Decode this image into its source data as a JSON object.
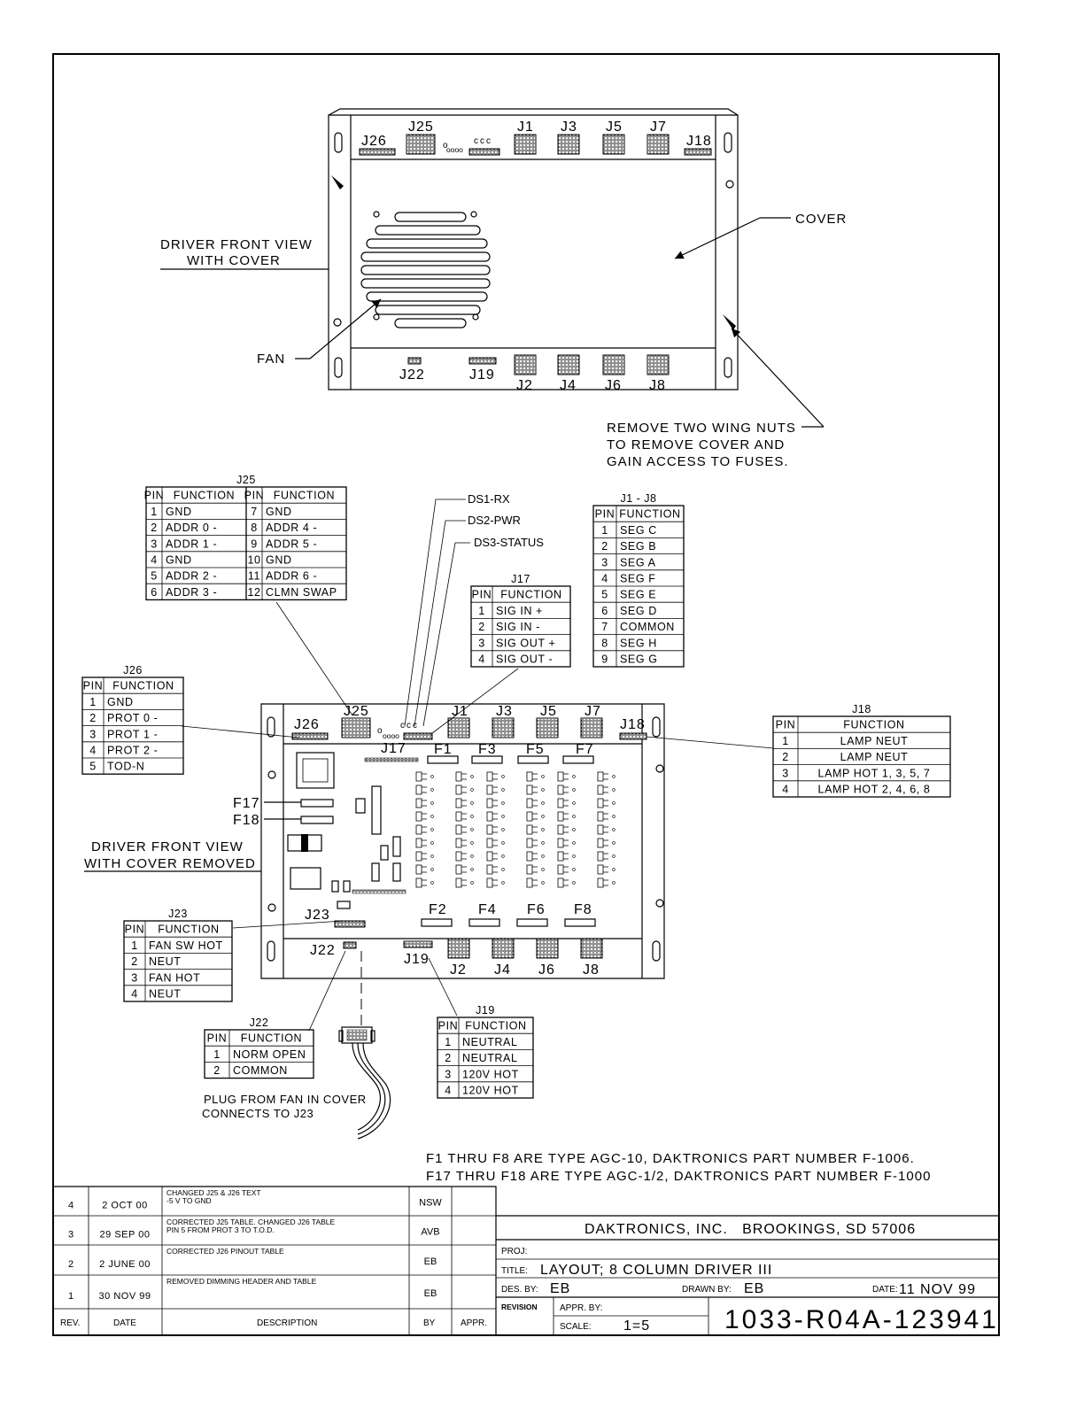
{
  "front_view": {
    "caption": [
      "DRIVER FRONT VIEW",
      "WITH COVER"
    ],
    "cover_label": "COVER",
    "fan_label": "FAN",
    "top_connectors": [
      "J26",
      "J25",
      "J1",
      "J3",
      "J5",
      "J7",
      "J18"
    ],
    "led_label": "ccc",
    "bottom_connectors": [
      "J22",
      "J19",
      "J2",
      "J4",
      "J6",
      "J8"
    ],
    "wingnut_note": [
      "REMOVE TWO WING NUTS",
      "TO REMOVE COVER AND",
      "GAIN ACCESS TO FUSES."
    ]
  },
  "removed_view": {
    "caption": [
      "DRIVER FRONT VIEW",
      "WITH COVER REMOVED"
    ],
    "top_connectors": [
      "J26",
      "J25",
      "J1",
      "J3",
      "J5",
      "J7",
      "J18"
    ],
    "j17_label": "J17",
    "fuses_top": [
      "F1",
      "F3",
      "F5",
      "F7"
    ],
    "fuses_bottom": [
      "F2",
      "F4",
      "F6",
      "F8"
    ],
    "fuse_left": [
      "F17",
      "F18"
    ],
    "j23_label": "J23",
    "j22_label": "J22",
    "bottom_connectors": [
      "J19",
      "J2",
      "J4",
      "J6",
      "J8"
    ],
    "led_labels": [
      "DS1-RX",
      "DS2-PWR",
      "DS3-STATUS"
    ],
    "plug_note": [
      "PLUG FROM FAN IN COVER",
      "CONNECTS TO J23"
    ]
  },
  "tables": {
    "j25": {
      "title": "J25",
      "header": [
        "PIN",
        "FUNCTION",
        "PIN",
        "FUNCTION"
      ],
      "rows": [
        [
          "1",
          "GND",
          "7",
          "GND"
        ],
        [
          "2",
          "ADDR 0 -",
          "8",
          "ADDR 4 -"
        ],
        [
          "3",
          "ADDR 1 -",
          "9",
          "ADDR 5 -"
        ],
        [
          "4",
          "GND",
          "10",
          "GND"
        ],
        [
          "5",
          "ADDR 2 -",
          "11",
          "ADDR 6 -"
        ],
        [
          "6",
          "ADDR 3 -",
          "12",
          "CLMN SWAP"
        ]
      ]
    },
    "j1j8": {
      "title": "J1 - J8",
      "header": [
        "PIN",
        "FUNCTION"
      ],
      "rows": [
        [
          "1",
          "SEG C"
        ],
        [
          "2",
          "SEG B"
        ],
        [
          "3",
          "SEG A"
        ],
        [
          "4",
          "SEG F"
        ],
        [
          "5",
          "SEG E"
        ],
        [
          "6",
          "SEG D"
        ],
        [
          "7",
          "COMMON"
        ],
        [
          "8",
          "SEG H"
        ],
        [
          "9",
          "SEG G"
        ]
      ]
    },
    "j17": {
      "title": "J17",
      "header": [
        "PIN",
        "FUNCTION"
      ],
      "rows": [
        [
          "1",
          "SIG IN +"
        ],
        [
          "2",
          "SIG IN -"
        ],
        [
          "3",
          "SIG OUT +"
        ],
        [
          "4",
          "SIG OUT -"
        ]
      ]
    },
    "j26": {
      "title": "J26",
      "header": [
        "PIN",
        "FUNCTION"
      ],
      "rows": [
        [
          "1",
          "GND"
        ],
        [
          "2",
          "PROT 0 -"
        ],
        [
          "3",
          "PROT 1 -"
        ],
        [
          "4",
          "PROT 2 -"
        ],
        [
          "5",
          "TOD-N"
        ]
      ]
    },
    "j18": {
      "title": "J18",
      "header": [
        "PIN",
        "FUNCTION"
      ],
      "rows": [
        [
          "1",
          "LAMP NEUT"
        ],
        [
          "2",
          "LAMP NEUT"
        ],
        [
          "3",
          "LAMP HOT 1, 3, 5, 7"
        ],
        [
          "4",
          "LAMP HOT 2, 4, 6, 8"
        ]
      ]
    },
    "j23": {
      "title": "J23",
      "header": [
        "PIN",
        "FUNCTION"
      ],
      "rows": [
        [
          "1",
          "FAN SW HOT"
        ],
        [
          "2",
          "NEUT"
        ],
        [
          "3",
          "FAN HOT"
        ],
        [
          "4",
          "NEUT"
        ]
      ]
    },
    "j22": {
      "title": "J22",
      "header": [
        "PIN",
        "FUNCTION"
      ],
      "rows": [
        [
          "1",
          "NORM OPEN"
        ],
        [
          "2",
          "COMMON"
        ]
      ]
    },
    "j19": {
      "title": "J19",
      "header": [
        "PIN",
        "FUNCTION"
      ],
      "rows": [
        [
          "1",
          "NEUTRAL"
        ],
        [
          "2",
          "NEUTRAL"
        ],
        [
          "3",
          "120V HOT"
        ],
        [
          "4",
          "120V HOT"
        ]
      ]
    }
  },
  "fuse_notes": [
    "F1 THRU F8 ARE TYPE AGC-10, DAKTRONICS PART NUMBER F-1006.",
    "F17 THRU F18 ARE TYPE AGC-1/2, DAKTRONICS PART NUMBER F-1000"
  ],
  "revisions": {
    "header": [
      "REV.",
      "DATE",
      "DESCRIPTION",
      "BY",
      "APPR."
    ],
    "rows": [
      {
        "rev": "4",
        "date": "2 OCT 00",
        "desc": [
          "CHANGED J25 & J26 TEXT",
          "-5 V TO GND"
        ],
        "by": "NSW",
        "appr": ""
      },
      {
        "rev": "3",
        "date": "29 SEP 00",
        "desc": [
          "CORRECTED J25 TABLE. CHANGED J26 TABLE",
          "PIN 5 FROM PROT 3 TO T.O.D."
        ],
        "by": "AVB",
        "appr": ""
      },
      {
        "rev": "2",
        "date": "2 JUNE 00",
        "desc": [
          "CORRECTED J26 PINOUT TABLE",
          ""
        ],
        "by": "EB",
        "appr": ""
      },
      {
        "rev": "1",
        "date": "30 NOV 99",
        "desc": [
          "REMOVED DIMMING HEADER AND TABLE",
          ""
        ],
        "by": "EB",
        "appr": ""
      }
    ]
  },
  "title_block": {
    "company": "DAKTRONICS, INC.   BROOKINGS, SD 57006",
    "proj_label": "PROJ:",
    "proj": "",
    "title_label": "TITLE:",
    "title": "LAYOUT; 8 COLUMN DRIVER III",
    "des_by_label": "DES. BY:",
    "des_by": "EB",
    "drawn_by_label": "DRAWN BY:",
    "drawn_by": "EB",
    "date_label": "DATE:",
    "date": "11 NOV 99",
    "revision_label": "REVISION",
    "appr_by_label": "APPR. BY:",
    "scale_label": "SCALE:",
    "scale": "1=5",
    "drawing_number": "1033-R04A-123941"
  }
}
